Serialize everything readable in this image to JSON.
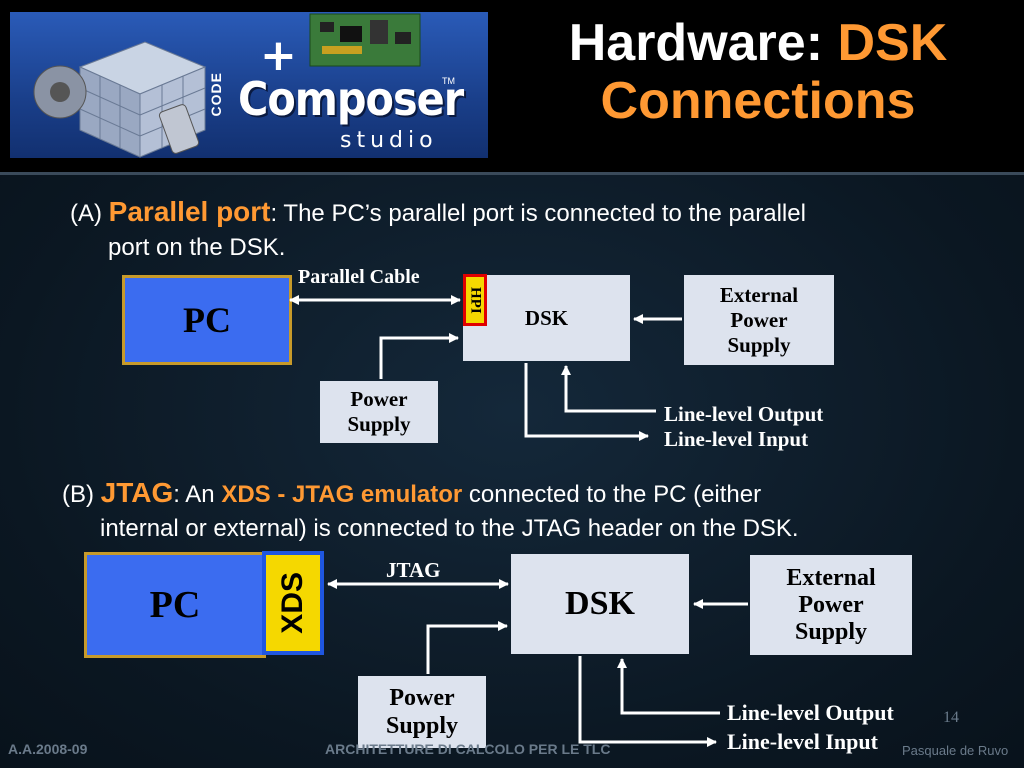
{
  "title": {
    "line1": "Hardware: ",
    "line1_accent": "DSK",
    "line2": "Connections"
  },
  "logo": {
    "plus": "+",
    "code": "CODE",
    "composer": "Composer",
    "tm": "TM",
    "studio": "studio"
  },
  "section_a": {
    "prefix": "(A) ",
    "keyword": "Parallel port",
    "text1": ": The PC’s parallel port is connected to the parallel",
    "text2": "port on the DSK."
  },
  "diagram_a": {
    "pc": "PC",
    "cable_label": "Parallel Cable",
    "hpi": "HPI",
    "dsk": "DSK",
    "external_power": [
      "External",
      "Power",
      "Supply"
    ],
    "power_supply": [
      "Power",
      "Supply"
    ],
    "line_out": "Line-level Output",
    "line_in": "Line-level Input"
  },
  "section_b": {
    "prefix": "(B) ",
    "keyword": "JTAG",
    "text1": ": An ",
    "xds": "XDS",
    "dash": " - ",
    "jtag_emulator": "JTAG emulator",
    "text2": " connected to the PC (either",
    "text3": "internal or external) is connected to the JTAG header on the DSK."
  },
  "diagram_b": {
    "pc": "PC",
    "xds": "XDS",
    "cable_label": "JTAG",
    "dsk": "DSK",
    "external_power": [
      "External",
      "Power",
      "Supply"
    ],
    "power_supply": [
      "Power",
      "Supply"
    ],
    "line_out": "Line-level Output",
    "line_in": "Line-level Input"
  },
  "footer": {
    "year": "A.A.2008-09",
    "course": "ARCHITETTURE DI CALCOLO PER LE TLC",
    "page": "14",
    "author": "Pasquale de Ruvo"
  }
}
